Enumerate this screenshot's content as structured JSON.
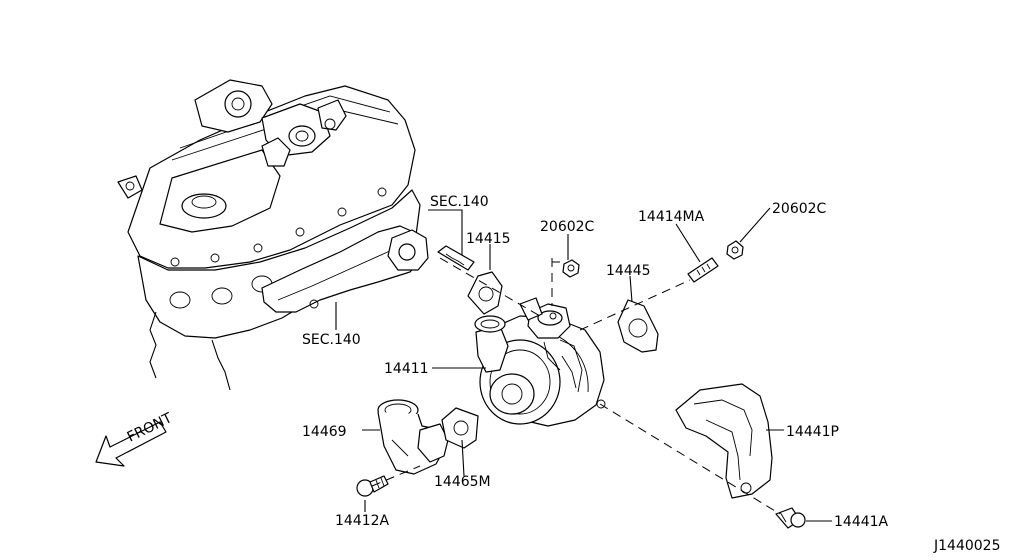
{
  "labels": {
    "sec140_top": "SEC.140",
    "sec140_bottom": "SEC.140",
    "p14415": "14415",
    "p20602c_a": "20602C",
    "p14414ma": "14414MA",
    "p20602c_b": "20602C",
    "p14445": "14445",
    "p14411": "14411",
    "p14469": "14469",
    "p14465m": "14465M",
    "p14441p": "14441P",
    "p14412a": "14412A",
    "p14441a": "14441A",
    "front": "FRONT",
    "diagram_code": "J1440025"
  }
}
